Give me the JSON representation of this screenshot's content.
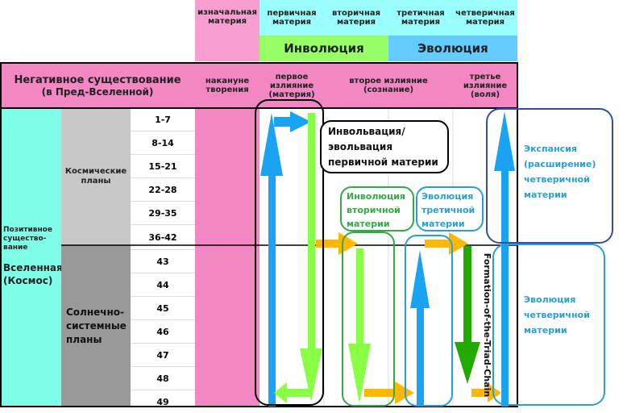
{
  "top_headers": {
    "original": "изначальная материя",
    "primary": "первичная материя",
    "secondary": "вторичная материя",
    "tertiary": "третичная материя",
    "quaternary": "четверичная материя"
  },
  "phases": {
    "involution": "Инволюция",
    "evolution": "Эволюция"
  },
  "row_header": {
    "negative_line1": "Негативное существование",
    "negative_line2": "(в Пред-Вселенной)",
    "eve": "накануне творения",
    "first_emanation": "первое излияние (материя)",
    "second_emanation": "второе излияние (сознание)",
    "third_emanation": "третье излияние (воля)"
  },
  "left": {
    "positive": "Позитивное существо-вание",
    "universe": "Вселенная (Космос)",
    "cosmic_planes": "Космические планы",
    "solar_planes": "Солнечно-системные планы"
  },
  "plane_numbers": [
    "1-7",
    "8-14",
    "15-21",
    "22-28",
    "29-35",
    "36-42",
    "43",
    "44",
    "45",
    "46",
    "47",
    "48",
    "49"
  ],
  "labels": {
    "primary_box": "Инвольвация/ эвольвация первичной материи",
    "secondary_involution": "Инволюция вторичной материи",
    "tertiary_evolution": "Эволюция третичной материи",
    "quaternary_expansion": "Экспансия (расширение) четверичной материи",
    "quaternary_evolution": "Эволюция четверичной материи",
    "triad_chain": "Formation-of-the-Triad-Chain"
  },
  "colors": {
    "pink": "#f287c4",
    "pink_header": "#f7a0d0",
    "light_green": "#99ff66",
    "light_cyan": "#99ffff",
    "blue_band": "#66ccff",
    "aqua": "#80ffe8",
    "gray_light": "#c8c8c8",
    "gray_dark": "#999999",
    "arrow_blue": "#1aa3f2",
    "arrow_green": "#88ff44",
    "arrow_dark_green": "#22aa00",
    "arrow_orange": "#ffb800"
  }
}
